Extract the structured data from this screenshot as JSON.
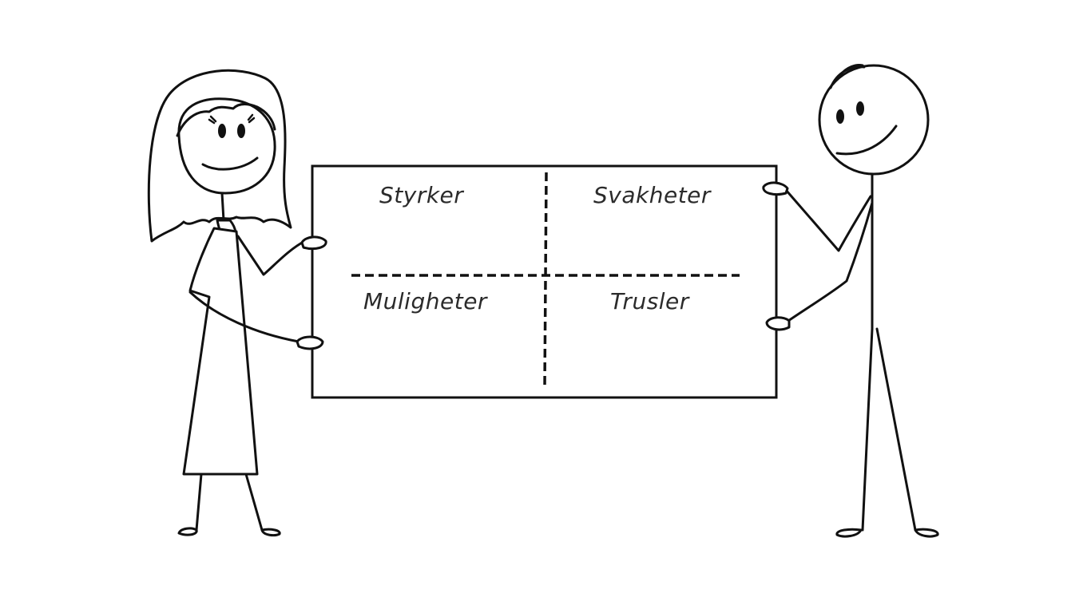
{
  "board": {
    "quadrants": [
      {
        "id": "top-left",
        "label": "Styrker"
      },
      {
        "id": "top-right",
        "label": "Svakheter"
      },
      {
        "id": "bottom-left",
        "label": "Muligheter"
      },
      {
        "id": "bottom-right",
        "label": "Trusler"
      }
    ]
  },
  "colors": {
    "ink": "#111111",
    "text": "#2b2b2b",
    "background": "#ffffff"
  }
}
